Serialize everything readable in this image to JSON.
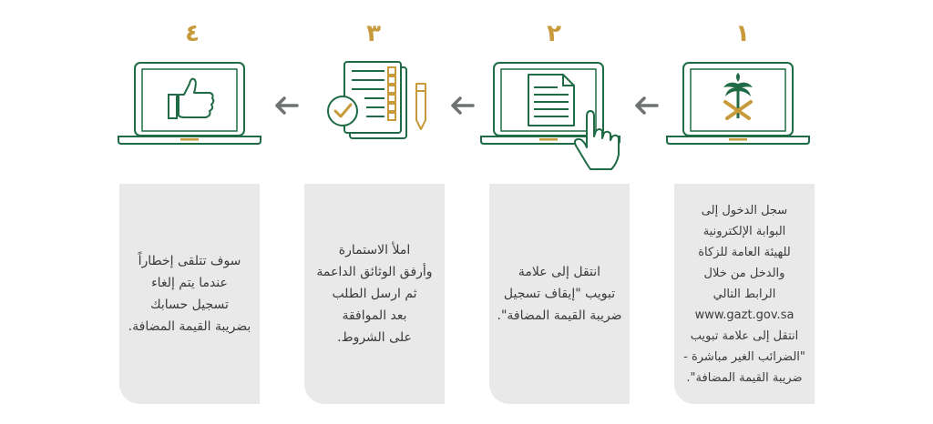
{
  "steps": [
    {
      "number": "٤",
      "icon": "thumbs-up-icon",
      "lines": [
        "سوف تتلقى إخطاراً",
        "عندما يتم إلغاء",
        "تسجيل حسابك",
        "بضريبة القيمة المضافة."
      ]
    },
    {
      "number": "٣",
      "icon": "checklist-form-icon",
      "lines": [
        "املأ الاستمارة",
        "وأرفق الوثائق الداعمة",
        "ثم ارسل الطلب",
        "بعد الموافقة",
        "على الشروط."
      ]
    },
    {
      "number": "٢",
      "icon": "document-tap-icon",
      "lines": [
        "انتقل إلى علامة",
        "تبويب \"إيقاف تسجيل",
        "ضريبة القيمة المضافة\"."
      ]
    },
    {
      "number": "١",
      "icon": "gazt-emblem-icon",
      "lines": [
        "سجل الدخول إلى",
        "البوابة الإلكترونية",
        "للهيئة العامة للزكاة",
        "والدخل من خلال",
        "الرابط التالي",
        "www.gazt.gov.sa",
        "انتقل إلى علامة تبويب",
        "\"الضرائب الغير مباشرة -",
        "ضريبة القيمة المضافة\"."
      ]
    }
  ],
  "colors": {
    "green": "#1f6b45",
    "gold": "#c79a3c",
    "arrow": "#6e7372",
    "card_bg": "#e8e9e8"
  },
  "arrow_icon": "arrow-left-icon"
}
